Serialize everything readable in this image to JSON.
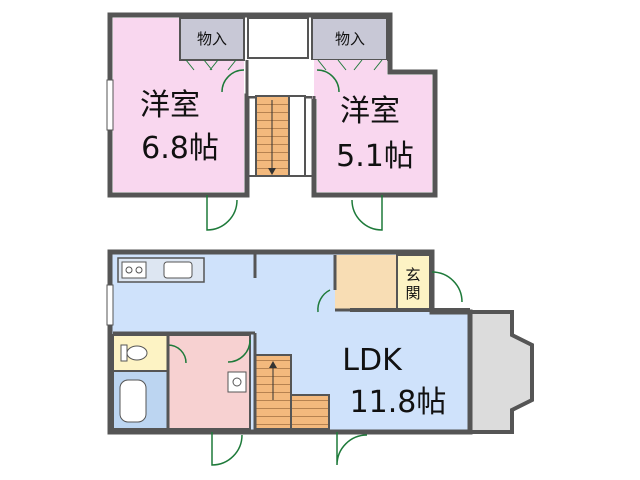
{
  "colors": {
    "wall": "#555555",
    "pink_room": "#f9d7ef",
    "ldk": "#cfe2fb",
    "storage": "#c8c8d6",
    "entrance": "#f8ddb4",
    "genkan": "#fdf3c4",
    "stairs": "#f3b97d",
    "wet_area": "#bcd5f1",
    "washroom": "#f7d1d1",
    "balcony": "#dcdcdc",
    "door_green": "#1e7a3a",
    "door_red": "#cc1f1f"
  },
  "upper_floor": {
    "storage_left": "物入",
    "storage_right": "物入",
    "room_left": {
      "name": "洋室",
      "size": "6.8帖"
    },
    "room_right": {
      "name": "洋室",
      "size": "5.1帖"
    }
  },
  "lower_floor": {
    "entrance_label": "玄\n関",
    "entrance_line1": "玄",
    "entrance_line2": "関",
    "ldk": {
      "name": "LDK",
      "size": "11.8帖"
    }
  }
}
